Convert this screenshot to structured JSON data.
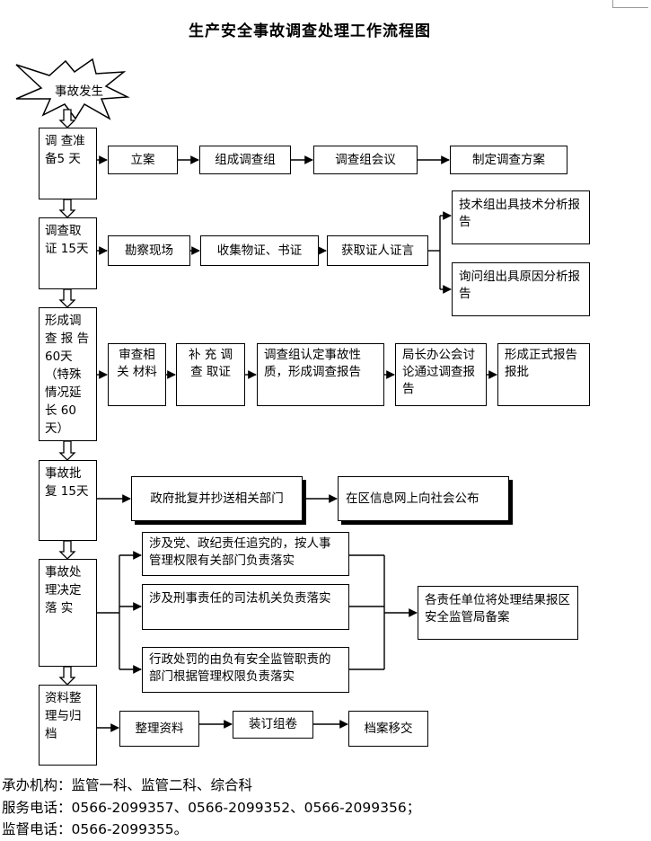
{
  "title": "生产安全事故调查处理工作流程图",
  "start": "事故发生",
  "stages": {
    "s1": "调 查准 备5 天",
    "s2": "调查取证 15天",
    "s3": "形成调查 报 告 60天 （特殊情况延长 60天）",
    "s4": "事故批复 15天",
    "s5": "事故处理决定落 实",
    "s6": "资料整理与归档"
  },
  "row1": [
    "立案",
    "组成调查组",
    "调查组会议",
    "制定调查方案"
  ],
  "row2": [
    "勘察现场",
    "收集物证、书证",
    "获取证人证言"
  ],
  "row2_out": [
    "技术组出具技术分析报告",
    "询问组出具原因分析报告"
  ],
  "row3": [
    "审查相关 材料",
    "补 充 调查 取证",
    "调查组认定事故性质，形成调查报告",
    "局长办公会讨论通过调查报告",
    "形成正式报告报批"
  ],
  "row4": [
    "政府批复并抄送相关部门",
    "在区信息网上向社会公布"
  ],
  "row5": [
    "涉及党、政纪责任追究的，按人事管理权限有关部门负责落实",
    "涉及刑事责任的司法机关负责落实",
    "行政处罚的由负有安全监管职责的部门根据管理权限负责落实"
  ],
  "row5_out": "各责任单位将处理结果报区安全监管局备案",
  "row6": [
    "整理资料",
    "装订组卷",
    "档案移交"
  ],
  "footer": {
    "org": "承办机构：监管一科、监管二科、综合科",
    "phone": "服务电话：0566-2099357、0566-2099352、0566-2099356；",
    "supervise": "监督电话：0566-2099355。"
  }
}
